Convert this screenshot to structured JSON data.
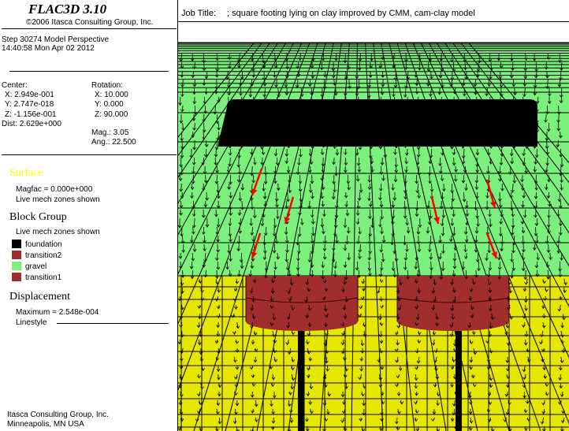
{
  "header": {
    "title": "FLAC3D 3.10",
    "copyright": "©2006 Itasca Consulting Group, Inc.",
    "step": "Step 30274  Model Perspective",
    "time": "14:40:58 Mon Apr 02 2012"
  },
  "view": {
    "center_label": "Center:",
    "center_x": "X: 2.949e-001",
    "center_y": "Y: 2.747e-018",
    "center_z": "Z: -1.156e-001",
    "dist": "Dist: 2.629e+000",
    "rotation_label": "Rotation:",
    "rot_x": "X:  10.000",
    "rot_y": "Y:   0.000",
    "rot_z": "Z:  90.000",
    "mag": "Mag.:     3.05",
    "ang": "Ang.:  22.500"
  },
  "surface": {
    "title": "Surface",
    "magfac": "Magfac =  0.000e+000",
    "zones": "Live mech zones shown"
  },
  "block_group": {
    "title": "Block Group",
    "zones": "Live mech zones shown",
    "items": [
      {
        "label": "foundation",
        "color": "#000000"
      },
      {
        "label": "transition2",
        "color": "#A12E2E"
      },
      {
        "label": "gravel",
        "color": "#7CF07C"
      },
      {
        "label": "transition1",
        "color": "#A12E2E"
      }
    ]
  },
  "displacement": {
    "title": "Displacement",
    "maximum": "Maximum =  2.548e-004",
    "linestyle": "Linestyle"
  },
  "footer": {
    "company": "Itasca Consulting Group, Inc.",
    "city": "Minneapolis, MN  USA"
  },
  "job": {
    "label": "Job Title:",
    "value": ";  square footing lying on clay improved by CMM, cam-clay model"
  },
  "colors": {
    "surface_title": "#FFFF00",
    "gravel": "#7CF07C",
    "clay": "#E6E600",
    "transition": "#A12E2E",
    "foundation": "#000000",
    "arrow": "#000000",
    "highlight_arrow": "#FF0000"
  }
}
